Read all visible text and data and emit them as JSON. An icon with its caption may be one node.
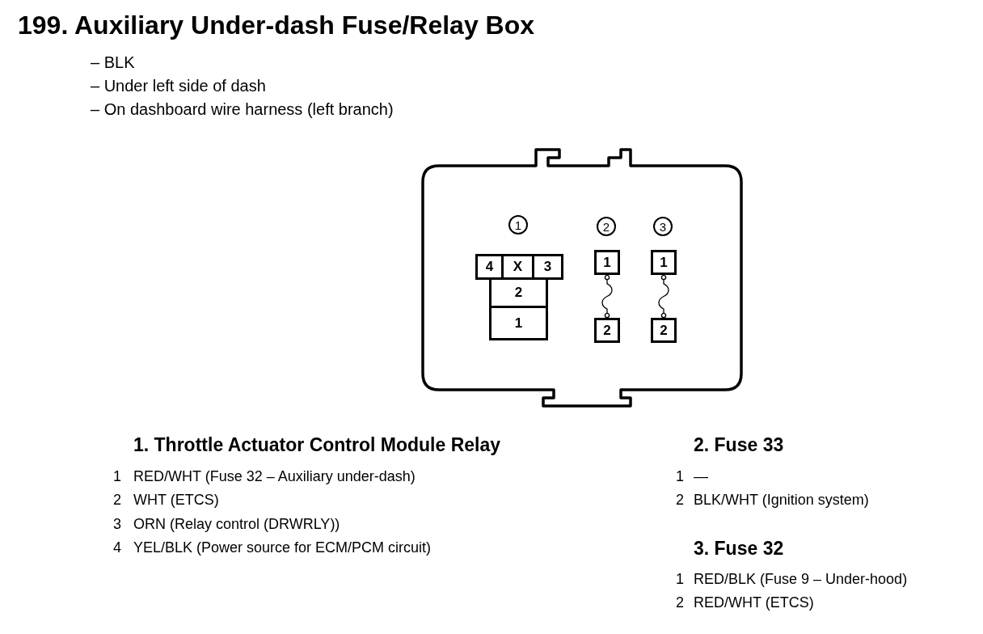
{
  "diagram": {
    "title": "199. Auxiliary Under-dash Fuse/Relay Box",
    "nodes": [
      {
        "text": [],
        "shape": "box"
      },
      {
        "text": [
          "1"
        ],
        "in": 0
      },
      {
        "text": [
          "2"
        ],
        "in": 0
      },
      {
        "text": [
          "3"
        ],
        "in": 0
      },
      {
        "text": [
          "4"
        ],
        "in": 0
      },
      {
        "text": [
          "X"
        ],
        "in": 0
      },
      {
        "text": [
          "3"
        ],
        "in": 0
      },
      {
        "text": [
          "1"
        ],
        "in": 0
      },
      {
        "text": [
          "1"
        ],
        "in": 0
      },
      {
        "text": [
          "2"
        ],
        "in": 0
      },
      {
        "text": [
          "1"
        ],
        "in": 0
      },
      {
        "text": [
          "2"
        ],
        "in": 0
      },
      {
        "text": [
          "2"
        ],
        "in": 0
      }
    ],
    "edges": [
      {
        "from": 7,
        "to": 11,
        "arrow": "other"
      },
      {
        "from": 8,
        "to": 12,
        "arrow": "other"
      }
    ],
    "labels": [
      "– BLK",
      "– Under left side of dash",
      "– On dashboard wire harness (left branch)",
      "1. Throttle Actuator Control Module Relay",
      "2. Fuse 33",
      "1",
      "RED/WHT (Fuse 32 – Auxiliary under-dash)",
      "1",
      "—",
      "2",
      "WHT (ETCS)",
      "2",
      "BLK/WHT (Ignition system)",
      "3",
      "ORN (Relay control (DRWRLY))",
      "4",
      "YEL/BLK (Power source for ECM/PCM circuit)",
      "3. Fuse 32",
      "1",
      "RED/BLK (Fuse 9 – Under-hood)",
      "2",
      "RED/WHT (ETCS)"
    ]
  }
}
